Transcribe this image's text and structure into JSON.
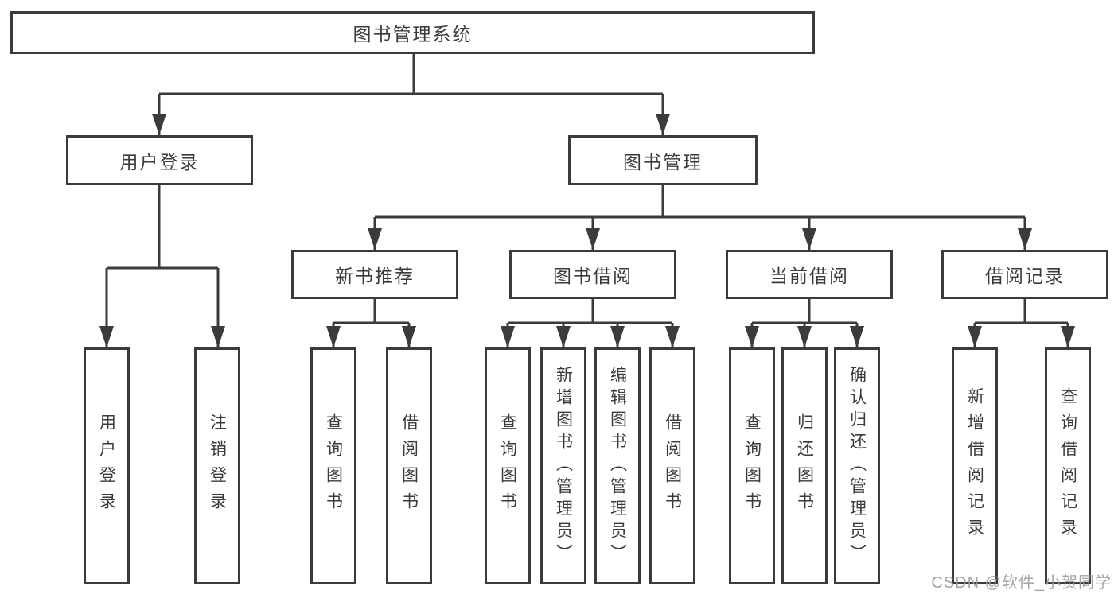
{
  "tree": {
    "root": {
      "label": "图书管理系统"
    },
    "branches": [
      {
        "label": "用户登录",
        "children": [
          {
            "label": "用户登录"
          },
          {
            "label": "注销登录"
          }
        ]
      },
      {
        "label": "图书管理",
        "sections": [
          {
            "label": "新书推荐",
            "children": [
              {
                "label": "查询图书"
              },
              {
                "label": "借阅图书"
              }
            ]
          },
          {
            "label": "图书借阅",
            "children": [
              {
                "label": "查询图书"
              },
              {
                "label": "新增图书（管理员）"
              },
              {
                "label": "编辑图书（管理员）"
              },
              {
                "label": "借阅图书"
              }
            ]
          },
          {
            "label": "当前借阅",
            "children": [
              {
                "label": "查询图书"
              },
              {
                "label": "归还图书"
              },
              {
                "label": "确认归还（管理员）"
              }
            ]
          },
          {
            "label": "借阅记录",
            "children": [
              {
                "label": "新增借阅记录"
              },
              {
                "label": "查询借阅记录"
              }
            ]
          }
        ]
      }
    ]
  },
  "watermark": "CSDN @软件_小贺同学",
  "colors": {
    "line": "#3b3b3b",
    "box_border": "#3b3b3b",
    "text": "#3b3b3b",
    "watermark_text": "#9b9b9b",
    "background": "#ffffff"
  }
}
